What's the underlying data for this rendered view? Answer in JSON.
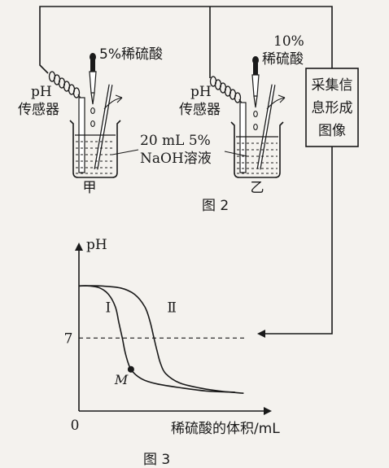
{
  "figure2": {
    "left_setup": {
      "name": "甲",
      "acid_label": "5%稀硫酸",
      "sensor_label_line1": "pH",
      "sensor_label_line2": "传感器"
    },
    "right_setup": {
      "name": "乙",
      "acid_label_line1": "10%",
      "acid_label_line2": "稀硫酸",
      "sensor_label_line1": "pH",
      "sensor_label_line2": "传感器"
    },
    "solution_label_line1": "20 mL 5%",
    "solution_label_line2": "NaOH溶液",
    "collector_box": [
      "采集信",
      "息形成",
      "图像"
    ],
    "caption": "图 2"
  },
  "figure3": {
    "caption": "图 3",
    "chart_data": {
      "type": "line",
      "title": "",
      "xlabel": "稀硫酸的体积/mL",
      "ylabel": "pH",
      "origin_label": "0",
      "y_reference": {
        "value": 7,
        "label": "7",
        "style": "dashed"
      },
      "series": [
        {
          "name": "Ⅰ",
          "x": [
            0,
            0.06,
            0.12,
            0.17,
            0.21,
            0.23,
            0.25,
            0.27,
            0.3,
            0.36,
            0.45,
            0.6,
            0.75,
            0.9
          ],
          "y": [
            12,
            12,
            11.8,
            11.2,
            10,
            8.5,
            7,
            5.4,
            4,
            3.1,
            2.6,
            2.2,
            1.9,
            1.8
          ]
        },
        {
          "name": "Ⅱ",
          "x": [
            0,
            0.12,
            0.24,
            0.32,
            0.38,
            0.41,
            0.43,
            0.45,
            0.47,
            0.5,
            0.58,
            0.7,
            0.82,
            0.95
          ],
          "y": [
            12,
            12,
            11.8,
            11.2,
            10,
            8.6,
            7.2,
            5.8,
            4.6,
            3.6,
            2.7,
            2.2,
            1.9,
            1.7
          ]
        }
      ],
      "annotations": [
        {
          "label": "M",
          "series": "Ⅰ",
          "x": 0.3,
          "y": 4
        }
      ],
      "axis_range": {
        "x": [
          0,
          1
        ],
        "y": [
          0,
          16
        ]
      }
    }
  }
}
